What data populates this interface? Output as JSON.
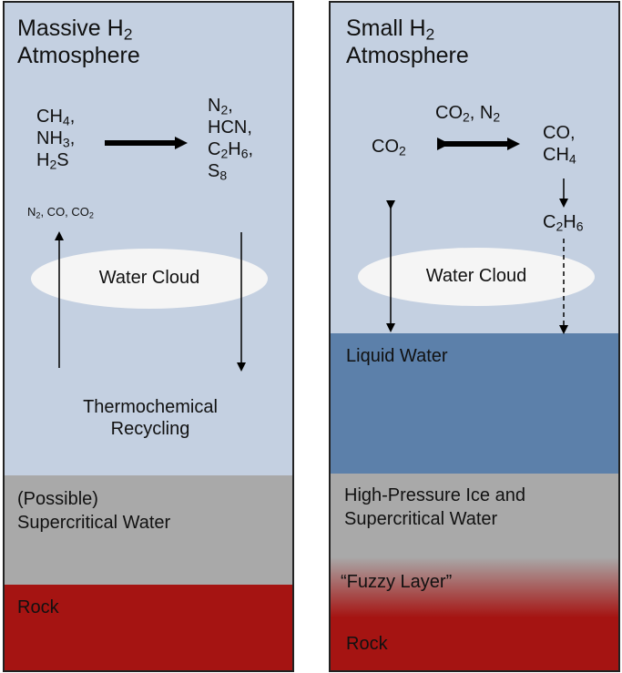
{
  "left_panel": {
    "title_line1_pre": "Massive H",
    "title_line1_sub": "2",
    "title_line2": "Atmosphere",
    "reactants": [
      {
        "pre": "CH",
        "sub": "4",
        "post": ","
      },
      {
        "pre": "NH",
        "sub": "3",
        "post": ","
      },
      {
        "pre": "H",
        "sub": "2",
        "post": "S"
      }
    ],
    "products": [
      {
        "pre": "N",
        "sub": "2",
        "post": ","
      },
      {
        "pre": "HCN,",
        "sub": "",
        "post": ""
      },
      {
        "pre": "C",
        "sub": "2",
        "post": "H",
        "sub2": "6",
        "post2": ","
      },
      {
        "pre": "S",
        "sub": "8",
        "post": ""
      }
    ],
    "side_species": {
      "n": "N",
      "n_sub": "2",
      "rest": ", CO, CO",
      "co_sub": "2"
    },
    "cloud_label": "Water Cloud",
    "recycling_line1": "Thermochemical",
    "recycling_line2": "Recycling",
    "supercritical_line1": "(Possible)",
    "supercritical_line2": "Supercritical Water",
    "rock_label": "Rock"
  },
  "right_panel": {
    "title_line1_pre": "Small H",
    "title_line1_sub": "2",
    "title_line2": "Atmosphere",
    "arrow_label": {
      "pre": "CO",
      "sub": "2",
      "post": ", N",
      "sub2": "2"
    },
    "left_species": {
      "pre": "CO",
      "sub": "2"
    },
    "right_species_line1": "CO,",
    "right_species_line2": {
      "pre": "CH",
      "sub": "4"
    },
    "ethane": {
      "pre": "C",
      "sub": "2",
      "post": "H",
      "sub2": "6"
    },
    "cloud_label": "Water Cloud",
    "liquid_label": "Liquid Water",
    "ice_line1": "High-Pressure Ice and",
    "ice_line2": "Supercritical Water",
    "fuzzy_label": "“Fuzzy Layer”",
    "rock_label": "Rock"
  },
  "colors": {
    "atmosphere": "#c4d0e1",
    "liquid_water": "#5c80aa",
    "supercritical": "#a9a9a9",
    "rock": "#a51412",
    "cloud": "#f5f5f5"
  }
}
